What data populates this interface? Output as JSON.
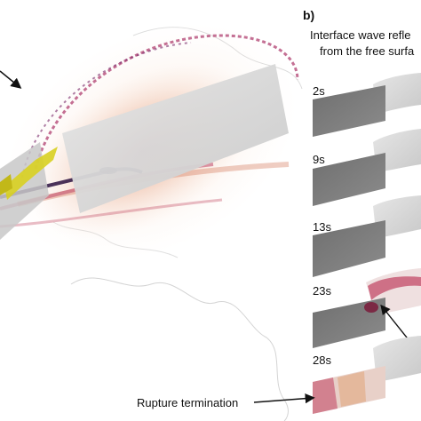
{
  "panel_b": {
    "label": "b)",
    "title_line1": "Interface wave refle",
    "title_line2": "from the free surfa",
    "frames": [
      {
        "time": "2s"
      },
      {
        "time": "9s"
      },
      {
        "time": "13s"
      },
      {
        "time": "23s"
      },
      {
        "time": "28s"
      }
    ]
  },
  "annotations": {
    "rupture_termination": "Rupture termination"
  },
  "colors": {
    "fault_plane": "#7a7a7a",
    "fault_plane_light": "#c8c8c8",
    "surface": "#d6d6d6",
    "wavefield_red": "#b8325a",
    "wavefield_orange": "#e8a060",
    "wavefield_purple": "#2a1040",
    "yellow_fault": "#d8d020"
  }
}
